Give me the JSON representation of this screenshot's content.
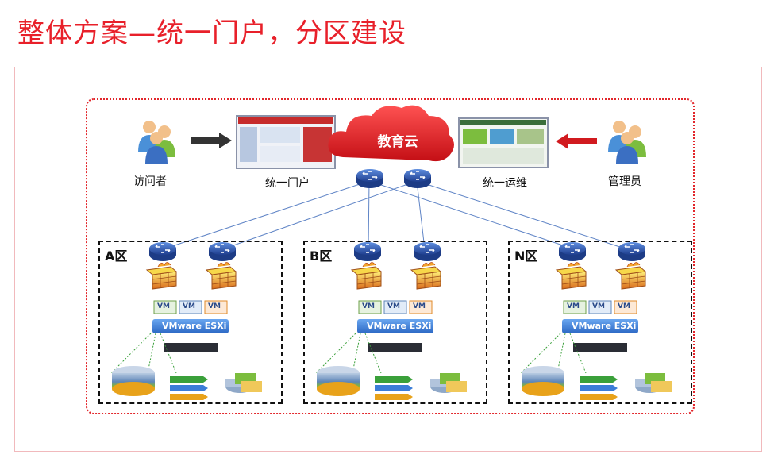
{
  "title": "整体方案—统一门户，分区建设",
  "top": {
    "visitor_label": "访问者",
    "portal_label": "统一门户",
    "cloud_label": "教育云",
    "ops_label": "统一运维",
    "admin_label": "管理员"
  },
  "zones": [
    {
      "label": "A区",
      "vm_label": "VM",
      "esxi_label": "VMware ESXi"
    },
    {
      "label": "B区",
      "vm_label": "VM",
      "esxi_label": "VMware ESXi"
    },
    {
      "label": "N区",
      "vm_label": "VM",
      "esxi_label": "VMware ESXi"
    }
  ],
  "colors": {
    "accent": "#e8202a",
    "router": "#2a57b3",
    "firewall": "#e8a21a",
    "esxi": "#3b7dd8"
  }
}
